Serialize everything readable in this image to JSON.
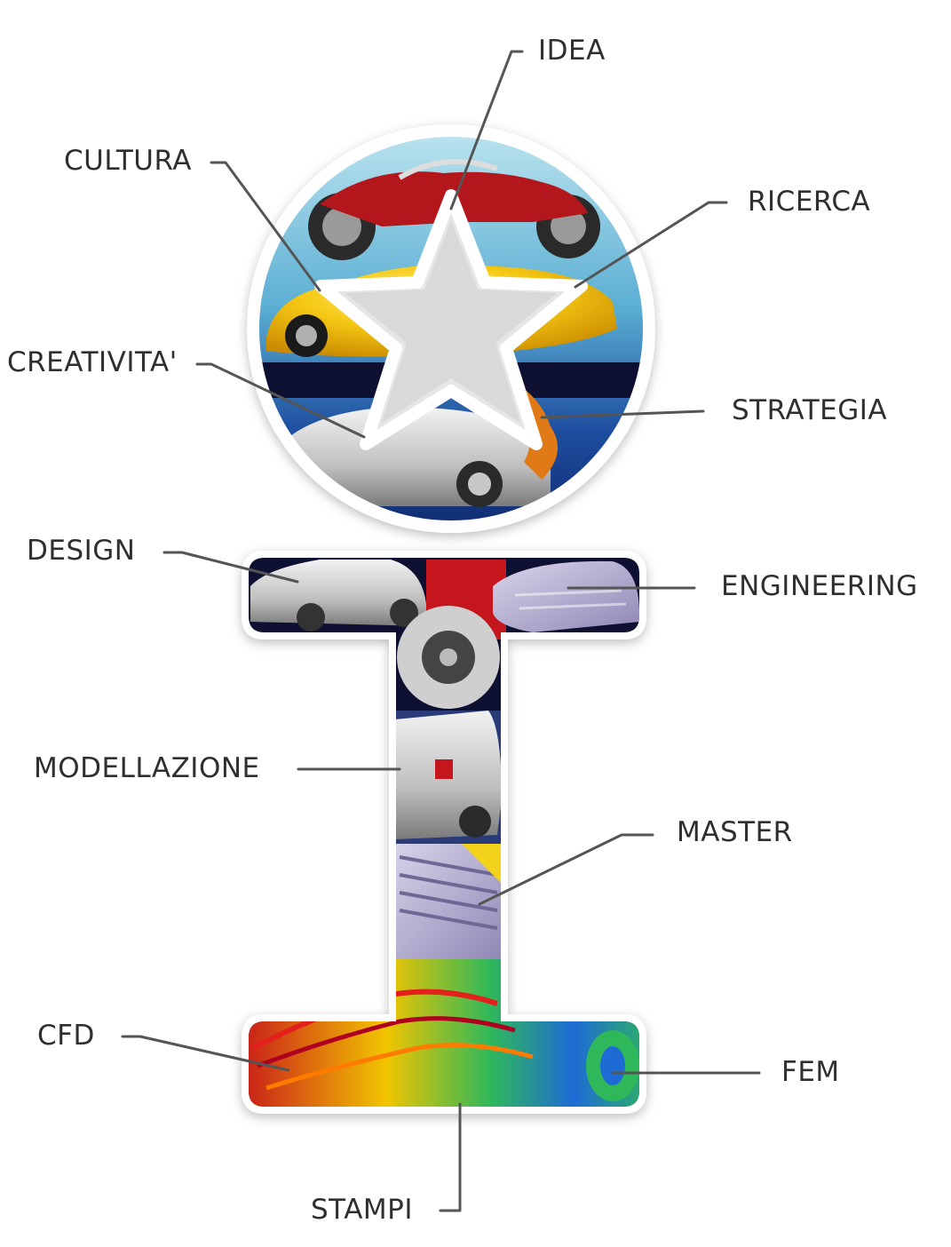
{
  "labels": {
    "idea": "IDEA",
    "cultura": "CULTURA",
    "ricerca": "RICERCA",
    "creativita": "CREATIVITA'",
    "strategia": "STRATEGIA",
    "design": "DESIGN",
    "engineering": "ENGINEERING",
    "modellazione": "MODELLAZIONE",
    "master": "MASTER",
    "cfd": "CFD",
    "fem": "FEM",
    "stampi": "STAMPI"
  },
  "colors": {
    "label_text": "#2f2f2f",
    "leader_line": "#555555",
    "outline": "#ffffff",
    "sky_blue": "#7fc6dc",
    "deep_blue": "#163a8c",
    "car_yellow": "#f5c814",
    "moto_red": "#b3171c",
    "dark_navy": "#0d1030",
    "cfd_red": "#e3201b",
    "cfd_green": "#2fb85a"
  }
}
